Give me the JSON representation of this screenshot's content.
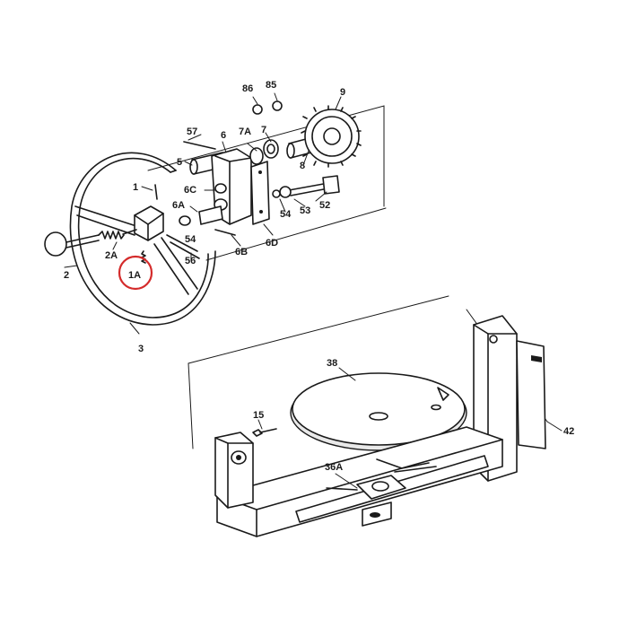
{
  "diagram": {
    "highlighted_callout": "1A",
    "highlight_color": "#d42b2b",
    "line_color": "#1a1a1a",
    "callouts": {
      "c1": "1",
      "c1a": "1A",
      "c2": "2",
      "c2a": "2A",
      "c3": "3",
      "c5": "5",
      "c6": "6",
      "c6a": "6A",
      "c6b": "6B",
      "c6c": "6C",
      "c6d": "6D",
      "c7": "7",
      "c7a": "7A",
      "c8": "8",
      "c9": "9",
      "c15": "15",
      "c36a": "36A",
      "c38": "38",
      "c42": "42",
      "c52": "52",
      "c53": "53",
      "c54a": "54",
      "c54b": "54",
      "c56": "56",
      "c57": "57",
      "c85": "85",
      "c86": "86"
    }
  }
}
